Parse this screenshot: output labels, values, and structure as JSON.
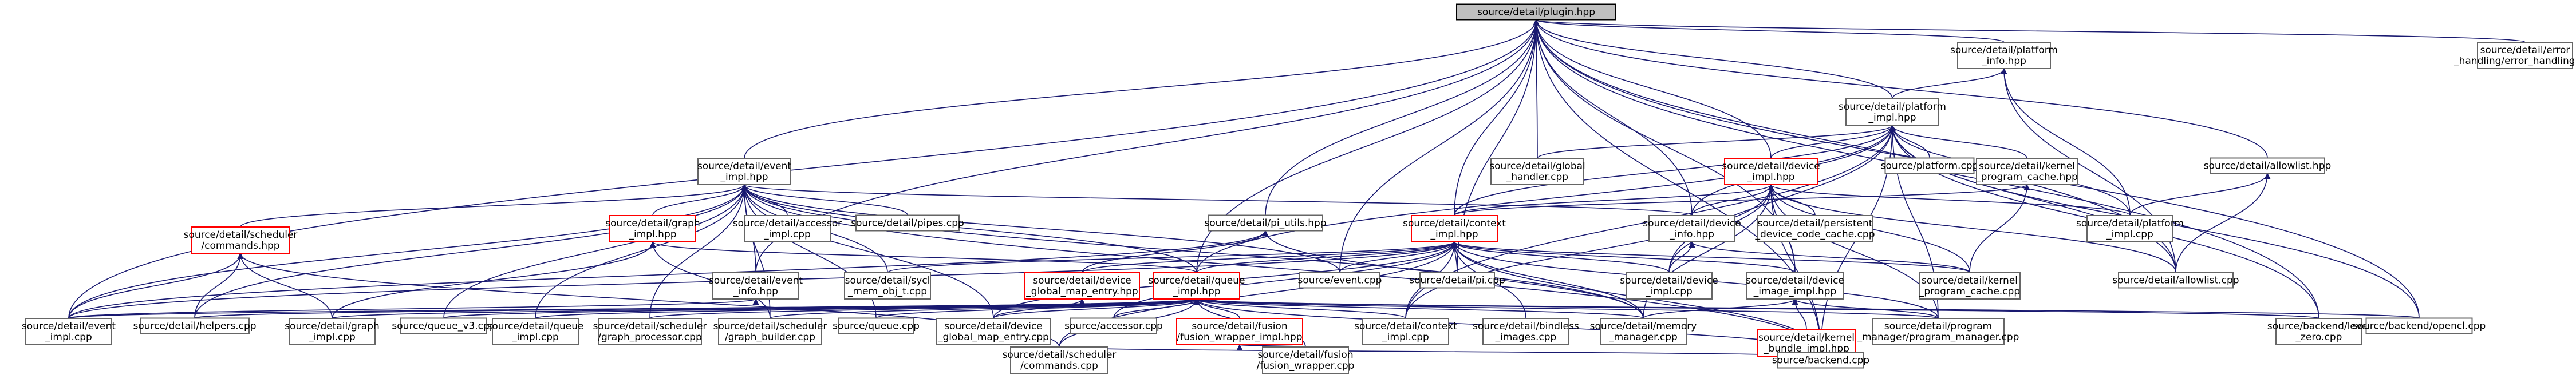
{
  "colors": {
    "edge": "#191970",
    "root_fill": "#bfbfbf",
    "node_border": "#666666",
    "highlight_border": "#ff0000"
  },
  "nodes": [
    {
      "id": "plugin",
      "lines": [
        "source/detail/plugin.hpp"
      ],
      "style": "root"
    },
    {
      "id": "platform_info",
      "lines": [
        "source/detail/platform",
        "_info.hpp"
      ]
    },
    {
      "id": "error_handling",
      "lines": [
        "source/detail/error",
        "_handling/error_handling.cpp"
      ]
    },
    {
      "id": "platform_impl_hpp",
      "lines": [
        "source/detail/platform",
        "_impl.hpp"
      ]
    },
    {
      "id": "event_impl_hpp",
      "lines": [
        "source/detail/event",
        "_impl.hpp"
      ]
    },
    {
      "id": "global_handler",
      "lines": [
        "source/detail/global",
        "_handler.cpp"
      ]
    },
    {
      "id": "device_impl_hpp",
      "lines": [
        "source/detail/device",
        "_impl.hpp"
      ],
      "style": "red"
    },
    {
      "id": "platform_cpp",
      "lines": [
        "source/platform.cpp"
      ]
    },
    {
      "id": "kernel_program_cache_hpp",
      "lines": [
        "source/detail/kernel",
        "_program_cache.hpp"
      ]
    },
    {
      "id": "allowlist_hpp",
      "lines": [
        "source/detail/allowlist.hpp"
      ]
    },
    {
      "id": "graph_impl_hpp",
      "lines": [
        "source/detail/graph",
        "_impl.hpp"
      ],
      "style": "red"
    },
    {
      "id": "accessor_impl",
      "lines": [
        "source/detail/accessor",
        "_impl.cpp"
      ]
    },
    {
      "id": "pipes",
      "lines": [
        "source/detail/pipes.cpp"
      ]
    },
    {
      "id": "pi_utils",
      "lines": [
        "source/detail/pi_utils.hpp"
      ]
    },
    {
      "id": "context_impl_hpp",
      "lines": [
        "source/detail/context",
        "_impl.hpp"
      ],
      "style": "red"
    },
    {
      "id": "device_info_hpp",
      "lines": [
        "source/detail/device",
        "_info.hpp"
      ]
    },
    {
      "id": "persistent_cache",
      "lines": [
        "source/detail/persistent",
        "_device_code_cache.cpp"
      ]
    },
    {
      "id": "platform_impl_cpp",
      "lines": [
        "source/detail/platform",
        "_impl.cpp"
      ]
    },
    {
      "id": "scheduler_commands_hpp",
      "lines": [
        "source/detail/scheduler",
        "/commands.hpp"
      ],
      "style": "red"
    },
    {
      "id": "event_info_hpp",
      "lines": [
        "source/detail/event",
        "_info.hpp"
      ]
    },
    {
      "id": "sycl_mem_obj",
      "lines": [
        "source/detail/sycl",
        "_mem_obj_t.cpp"
      ]
    },
    {
      "id": "global_map_entry_hpp",
      "lines": [
        "source/detail/device",
        "_global_map_entry.hpp"
      ],
      "style": "red"
    },
    {
      "id": "queue_impl_hpp",
      "lines": [
        "source/detail/queue",
        "_impl.hpp"
      ],
      "style": "red"
    },
    {
      "id": "event_cpp",
      "lines": [
        "source/event.cpp"
      ]
    },
    {
      "id": "pi_cpp",
      "lines": [
        "source/detail/pi.cpp"
      ]
    },
    {
      "id": "device_impl_cpp",
      "lines": [
        "source/detail/device",
        "_impl.cpp"
      ]
    },
    {
      "id": "device_image_impl_hpp",
      "lines": [
        "source/detail/device",
        "_image_impl.hpp"
      ]
    },
    {
      "id": "kernel_program_cache_cpp",
      "lines": [
        "source/detail/kernel",
        "_program_cache.cpp"
      ]
    },
    {
      "id": "allowlist_cpp",
      "lines": [
        "source/detail/allowlist.cpp"
      ]
    },
    {
      "id": "event_impl_cpp",
      "lines": [
        "source/detail/event",
        "_impl.cpp"
      ]
    },
    {
      "id": "helpers",
      "lines": [
        "source/detail/helpers.cpp"
      ]
    },
    {
      "id": "graph_impl_cpp",
      "lines": [
        "source/detail/graph",
        "_impl.cpp"
      ]
    },
    {
      "id": "queue_v3",
      "lines": [
        "source/queue_v3.cpp"
      ]
    },
    {
      "id": "queue_impl_cpp",
      "lines": [
        "source/detail/queue",
        "_impl.cpp"
      ]
    },
    {
      "id": "graph_processor",
      "lines": [
        "source/detail/scheduler",
        "/graph_processor.cpp"
      ]
    },
    {
      "id": "graph_builder",
      "lines": [
        "source/detail/scheduler",
        "/graph_builder.cpp"
      ]
    },
    {
      "id": "queue_cpp",
      "lines": [
        "source/queue.cpp"
      ]
    },
    {
      "id": "global_map_entry_cpp",
      "lines": [
        "source/detail/device",
        "_global_map_entry.cpp"
      ]
    },
    {
      "id": "accessor_cpp",
      "lines": [
        "source/accessor.cpp"
      ]
    },
    {
      "id": "fusion_wrapper_impl_hpp",
      "lines": [
        "source/detail/fusion",
        "/fusion_wrapper_impl.hpp"
      ],
      "style": "red"
    },
    {
      "id": "context_impl_cpp",
      "lines": [
        "source/detail/context",
        "_impl.cpp"
      ]
    },
    {
      "id": "bindless_images",
      "lines": [
        "source/detail/bindless",
        "_images.cpp"
      ]
    },
    {
      "id": "memory_manager",
      "lines": [
        "source/detail/memory",
        "_manager.cpp"
      ]
    },
    {
      "id": "kernel_bundle_impl_hpp",
      "lines": [
        "source/detail/kernel",
        "_bundle_impl.hpp"
      ],
      "style": "red"
    },
    {
      "id": "program_manager",
      "lines": [
        "source/detail/program",
        "_manager/program_manager.cpp"
      ]
    },
    {
      "id": "level_zero",
      "lines": [
        "source/backend/level",
        "_zero.cpp"
      ]
    },
    {
      "id": "opencl",
      "lines": [
        "source/backend/opencl.cpp"
      ]
    },
    {
      "id": "scheduler_commands_cpp",
      "lines": [
        "source/detail/scheduler",
        "/commands.cpp"
      ]
    },
    {
      "id": "fusion_wrapper_cpp",
      "lines": [
        "source/detail/fusion",
        "/fusion_wrapper.cpp"
      ]
    },
    {
      "id": "backend_cpp",
      "lines": [
        "source/backend.cpp"
      ]
    }
  ],
  "edges": [
    [
      "platform_info",
      "plugin"
    ],
    [
      "error_handling",
      "plugin"
    ],
    [
      "global_handler",
      "plugin"
    ],
    [
      "event_impl_hpp",
      "plugin"
    ],
    [
      "platform_impl_hpp",
      "plugin"
    ],
    [
      "pi_utils",
      "plugin"
    ],
    [
      "allowlist_hpp",
      "plugin"
    ],
    [
      "queue_impl_hpp",
      "plugin"
    ],
    [
      "pi_cpp",
      "plugin"
    ],
    [
      "event_info_hpp",
      "plugin"
    ],
    [
      "event_impl_cpp",
      "plugin"
    ],
    [
      "backend_cpp",
      "plugin"
    ],
    [
      "level_zero",
      "plugin"
    ],
    [
      "opencl",
      "plugin"
    ],
    [
      "device_info_hpp",
      "plugin"
    ],
    [
      "device_image_impl_hpp",
      "plugin"
    ],
    [
      "allowlist_cpp",
      "plugin"
    ],
    [
      "context_impl_hpp",
      "plugin"
    ],
    [
      "device_impl_hpp",
      "plugin"
    ],
    [
      "event_cpp",
      "plugin"
    ],
    [
      "platform_impl_hpp",
      "platform_info"
    ],
    [
      "allowlist_cpp",
      "platform_info"
    ],
    [
      "platform_impl_cpp",
      "platform_info"
    ],
    [
      "global_handler",
      "platform_impl_hpp"
    ],
    [
      "platform_cpp",
      "platform_impl_hpp"
    ],
    [
      "kernel_program_cache_hpp",
      "platform_impl_hpp"
    ],
    [
      "device_impl_hpp",
      "platform_impl_hpp"
    ],
    [
      "context_impl_hpp",
      "platform_impl_hpp"
    ],
    [
      "platform_impl_cpp",
      "platform_impl_hpp"
    ],
    [
      "device_info_hpp",
      "platform_impl_hpp"
    ],
    [
      "queue_impl_hpp",
      "platform_impl_hpp"
    ],
    [
      "backend_cpp",
      "platform_impl_hpp"
    ],
    [
      "level_zero",
      "platform_impl_hpp"
    ],
    [
      "opencl",
      "platform_impl_hpp"
    ],
    [
      "program_manager",
      "platform_impl_hpp"
    ],
    [
      "allowlist_cpp",
      "platform_impl_hpp"
    ],
    [
      "context_impl_cpp",
      "platform_impl_hpp"
    ],
    [
      "device_impl_cpp",
      "platform_impl_hpp"
    ],
    [
      "kernel_program_cache_cpp",
      "kernel_program_cache_hpp"
    ],
    [
      "context_impl_hpp",
      "kernel_program_cache_hpp"
    ],
    [
      "platform_impl_cpp",
      "allowlist_hpp"
    ],
    [
      "allowlist_cpp",
      "allowlist_hpp"
    ],
    [
      "context_impl_hpp",
      "device_impl_hpp"
    ],
    [
      "device_info_hpp",
      "device_impl_hpp"
    ],
    [
      "persistent_cache",
      "device_impl_hpp"
    ],
    [
      "platform_impl_cpp",
      "device_impl_hpp"
    ],
    [
      "device_image_impl_hpp",
      "device_impl_hpp"
    ],
    [
      "device_impl_cpp",
      "device_impl_hpp"
    ],
    [
      "kernel_program_cache_cpp",
      "device_impl_hpp"
    ],
    [
      "program_manager",
      "device_impl_hpp"
    ],
    [
      "backend_cpp",
      "device_impl_hpp"
    ],
    [
      "allowlist_cpp",
      "device_impl_hpp"
    ],
    [
      "memory_manager",
      "device_impl_hpp"
    ],
    [
      "context_impl_cpp",
      "device_impl_hpp"
    ],
    [
      "queue_impl_hpp",
      "context_impl_hpp"
    ],
    [
      "event_cpp",
      "context_impl_hpp"
    ],
    [
      "pi_cpp",
      "context_impl_hpp"
    ],
    [
      "device_impl_cpp",
      "context_impl_hpp"
    ],
    [
      "device_image_impl_hpp",
      "context_impl_hpp"
    ],
    [
      "kernel_program_cache_cpp",
      "context_impl_hpp"
    ],
    [
      "global_map_entry_hpp",
      "context_impl_hpp"
    ],
    [
      "sycl_mem_obj",
      "context_impl_hpp"
    ],
    [
      "event_impl_cpp",
      "context_impl_hpp"
    ],
    [
      "context_impl_cpp",
      "context_impl_hpp"
    ],
    [
      "bindless_images",
      "context_impl_hpp"
    ],
    [
      "memory_manager",
      "context_impl_hpp"
    ],
    [
      "program_manager",
      "context_impl_hpp"
    ],
    [
      "backend_cpp",
      "context_impl_hpp"
    ],
    [
      "scheduler_commands_cpp",
      "context_impl_hpp"
    ],
    [
      "accessor_cpp",
      "context_impl_hpp"
    ],
    [
      "global_map_entry_cpp",
      "context_impl_hpp"
    ],
    [
      "device_impl_cpp",
      "device_info_hpp"
    ],
    [
      "kernel_program_cache_cpp",
      "device_info_hpp"
    ],
    [
      "kernel_bundle_impl_hpp",
      "device_image_impl_hpp"
    ],
    [
      "program_manager",
      "device_image_impl_hpp"
    ],
    [
      "memory_manager",
      "device_image_impl_hpp"
    ],
    [
      "backend_cpp",
      "kernel_bundle_impl_hpp"
    ],
    [
      "scheduler_commands_cpp",
      "kernel_bundle_impl_hpp"
    ],
    [
      "graph_impl_hpp",
      "event_impl_hpp"
    ],
    [
      "accessor_impl",
      "event_impl_hpp"
    ],
    [
      "pipes",
      "event_impl_hpp"
    ],
    [
      "scheduler_commands_hpp",
      "event_impl_hpp"
    ],
    [
      "event_info_hpp",
      "event_impl_hpp"
    ],
    [
      "queue_impl_hpp",
      "event_impl_hpp"
    ],
    [
      "event_impl_cpp",
      "event_impl_hpp"
    ],
    [
      "helpers",
      "event_impl_hpp"
    ],
    [
      "queue_v3",
      "event_impl_hpp"
    ],
    [
      "queue_impl_cpp",
      "event_impl_hpp"
    ],
    [
      "graph_processor",
      "event_impl_hpp"
    ],
    [
      "graph_builder",
      "event_impl_hpp"
    ],
    [
      "queue_cpp",
      "event_impl_hpp"
    ],
    [
      "sycl_mem_obj",
      "event_impl_hpp"
    ],
    [
      "event_cpp",
      "event_impl_hpp"
    ],
    [
      "memory_manager",
      "event_impl_hpp"
    ],
    [
      "device_info_hpp",
      "event_impl_hpp"
    ],
    [
      "backend_cpp",
      "event_impl_hpp"
    ],
    [
      "global_map_entry_cpp",
      "event_impl_hpp"
    ],
    [
      "graph_impl_cpp",
      "graph_impl_hpp"
    ],
    [
      "queue_impl_hpp",
      "graph_impl_hpp"
    ],
    [
      "graph_builder",
      "graph_impl_hpp"
    ],
    [
      "helpers",
      "scheduler_commands_hpp"
    ],
    [
      "graph_impl_cpp",
      "scheduler_commands_hpp"
    ],
    [
      "scheduler_commands_cpp",
      "scheduler_commands_hpp"
    ],
    [
      "event_impl_cpp",
      "scheduler_commands_hpp"
    ],
    [
      "event_impl_cpp",
      "event_info_hpp"
    ],
    [
      "global_map_entry_cpp",
      "global_map_entry_hpp"
    ],
    [
      "event_impl_cpp",
      "pi_utils"
    ],
    [
      "global_map_entry_hpp",
      "pi_utils"
    ],
    [
      "memory_manager",
      "pi_utils"
    ],
    [
      "event_impl_cpp",
      "queue_impl_hpp"
    ],
    [
      "helpers",
      "queue_impl_hpp"
    ],
    [
      "graph_impl_cpp",
      "queue_impl_hpp"
    ],
    [
      "queue_v3",
      "queue_impl_hpp"
    ],
    [
      "queue_impl_cpp",
      "queue_impl_hpp"
    ],
    [
      "graph_processor",
      "queue_impl_hpp"
    ],
    [
      "graph_builder",
      "queue_impl_hpp"
    ],
    [
      "queue_cpp",
      "queue_impl_hpp"
    ],
    [
      "global_map_entry_cpp",
      "queue_impl_hpp"
    ],
    [
      "accessor_cpp",
      "queue_impl_hpp"
    ],
    [
      "fusion_wrapper_impl_hpp",
      "queue_impl_hpp"
    ],
    [
      "context_impl_cpp",
      "queue_impl_hpp"
    ],
    [
      "memory_manager",
      "queue_impl_hpp"
    ],
    [
      "program_manager",
      "queue_impl_hpp"
    ],
    [
      "level_zero",
      "queue_impl_hpp"
    ],
    [
      "opencl",
      "queue_impl_hpp"
    ],
    [
      "backend_cpp",
      "queue_impl_hpp"
    ],
    [
      "scheduler_commands_cpp",
      "queue_impl_hpp"
    ],
    [
      "fusion_wrapper_cpp",
      "queue_impl_hpp"
    ],
    [
      "fusion_wrapper_cpp",
      "fusion_wrapper_impl_hpp"
    ]
  ]
}
